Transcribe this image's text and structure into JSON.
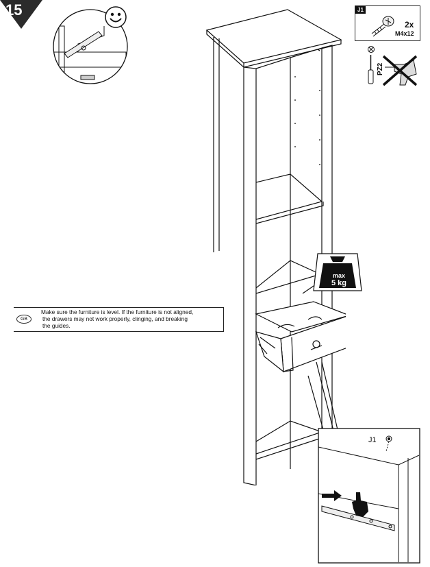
{
  "step": {
    "number": "15"
  },
  "note": {
    "language_badge": "GB",
    "lines": [
      "Make sure the furniture is level. If the furniture is not aligned,",
      "the drawers may not work properly, clinging, and breaking",
      "the guides."
    ]
  },
  "parts": {
    "tag": "J1",
    "quantity": "2x",
    "size": "M4x12"
  },
  "tools": {
    "screwdriver": "PZ2",
    "drill_icon": "crossed-out-drill-icon"
  },
  "weight_limit": {
    "label": "max",
    "value": "5 kg"
  },
  "detail": {
    "part_ref": "J1"
  },
  "icons": {
    "approval": "smiley-icon",
    "hand": "pointing-hand-icon",
    "arrow": "push-arrow-icon"
  },
  "colors": {
    "ink": "#111111",
    "badge_fill": "#222222"
  }
}
